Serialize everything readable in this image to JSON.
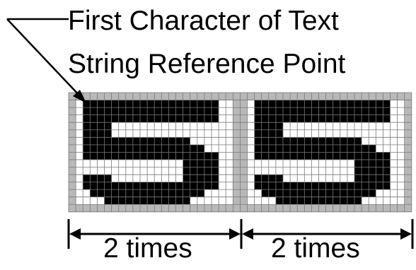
{
  "callout": {
    "line1": "First Character of Text",
    "line2": "String Reference Point"
  },
  "dimensions": {
    "left_label": "2 times",
    "right_label": "2 times"
  },
  "colors": {
    "on_cell": "#000000",
    "off_cell": "#ffffff",
    "margin_cell": "#b8b8b8",
    "grid_line": "#7a7a7a"
  }
}
